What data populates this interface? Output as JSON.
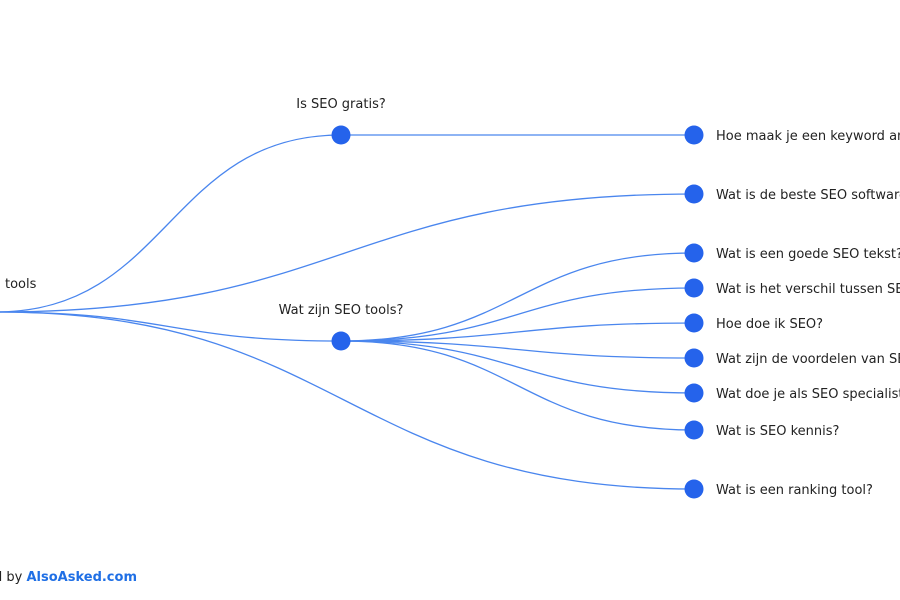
{
  "accent_color": "#2563eb",
  "line_color": "#4a86ee",
  "root": {
    "label": "tools",
    "id": "root"
  },
  "branches": [
    {
      "id": "b1",
      "label": "Is SEO gratis?",
      "children": [
        {
          "id": "b1c1",
          "label": "Hoe maak je een keyword an"
        }
      ]
    },
    {
      "id": "b2",
      "label": "",
      "children": [
        {
          "id": "b2c1",
          "label": "Wat is de beste SEO software"
        }
      ]
    },
    {
      "id": "b3",
      "label": "Wat zijn SEO tools?",
      "children": [
        {
          "id": "b3c1",
          "label": "Wat is een goede SEO tekst?"
        },
        {
          "id": "b3c2",
          "label": "Wat is het verschil tussen SEO"
        },
        {
          "id": "b3c3",
          "label": "Hoe doe ik SEO?"
        },
        {
          "id": "b3c4",
          "label": "Wat zijn de voordelen van SE"
        },
        {
          "id": "b3c5",
          "label": "Wat doe je als SEO specialist?"
        },
        {
          "id": "b3c6",
          "label": "Wat is SEO kennis?"
        }
      ]
    },
    {
      "id": "b4",
      "label": "",
      "children": [
        {
          "id": "b4c1",
          "label": "Wat is een ranking tool?"
        }
      ]
    }
  ],
  "footer": {
    "prefix": "d by ",
    "brand": "AlsoAsked.com"
  }
}
